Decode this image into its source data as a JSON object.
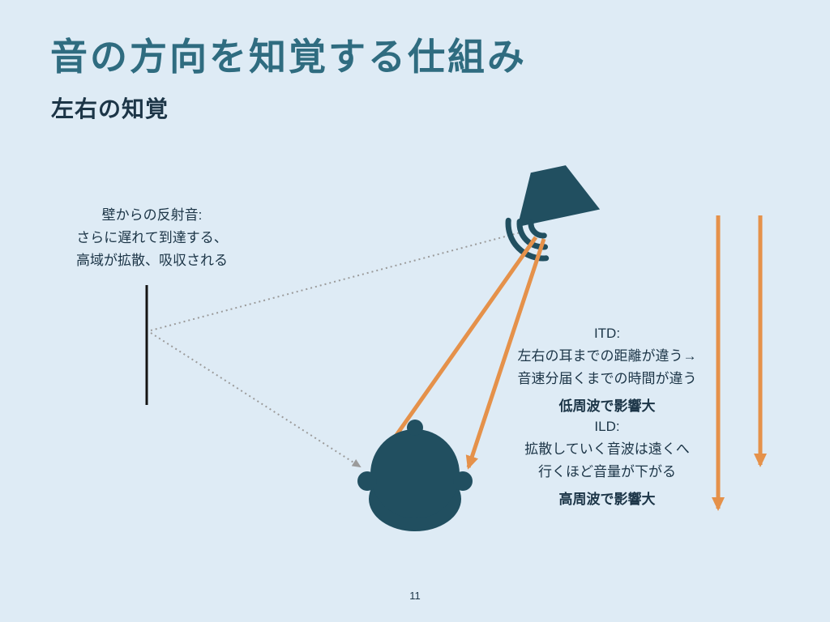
{
  "slide": {
    "title": "音の方向を知覚する仕組み",
    "subtitle": "左右の知覚",
    "page_number": "11"
  },
  "annotations": {
    "wall_reflection": {
      "line1": "壁からの反射音:",
      "line2": "さらに遅れて到達する、",
      "line3": "高域が拡散、吸収される"
    },
    "itd": {
      "heading": "ITD:",
      "line1": "左右の耳までの距離が違う→",
      "line2": "音速分届くまでの時間が違う",
      "emphasis": "低周波で影響大"
    },
    "ild": {
      "heading": "ILD:",
      "line1": "拡散していく音波は遠くへ",
      "line2": "行くほど音量が下がる",
      "emphasis": "高周波で影響大"
    }
  },
  "icons": {
    "speaker": "loudspeaker-cone-top-right",
    "sound_waves": "three-arc-sound-waves",
    "listener": "human-head-top-view-with-ears"
  },
  "colors": {
    "background": "#deebf5",
    "title": "#2f6c80",
    "text": "#1c3547",
    "shape": "#214f60",
    "arrow": "#e5914a",
    "reflection": "#9b9b9b",
    "wall": "#141414"
  }
}
